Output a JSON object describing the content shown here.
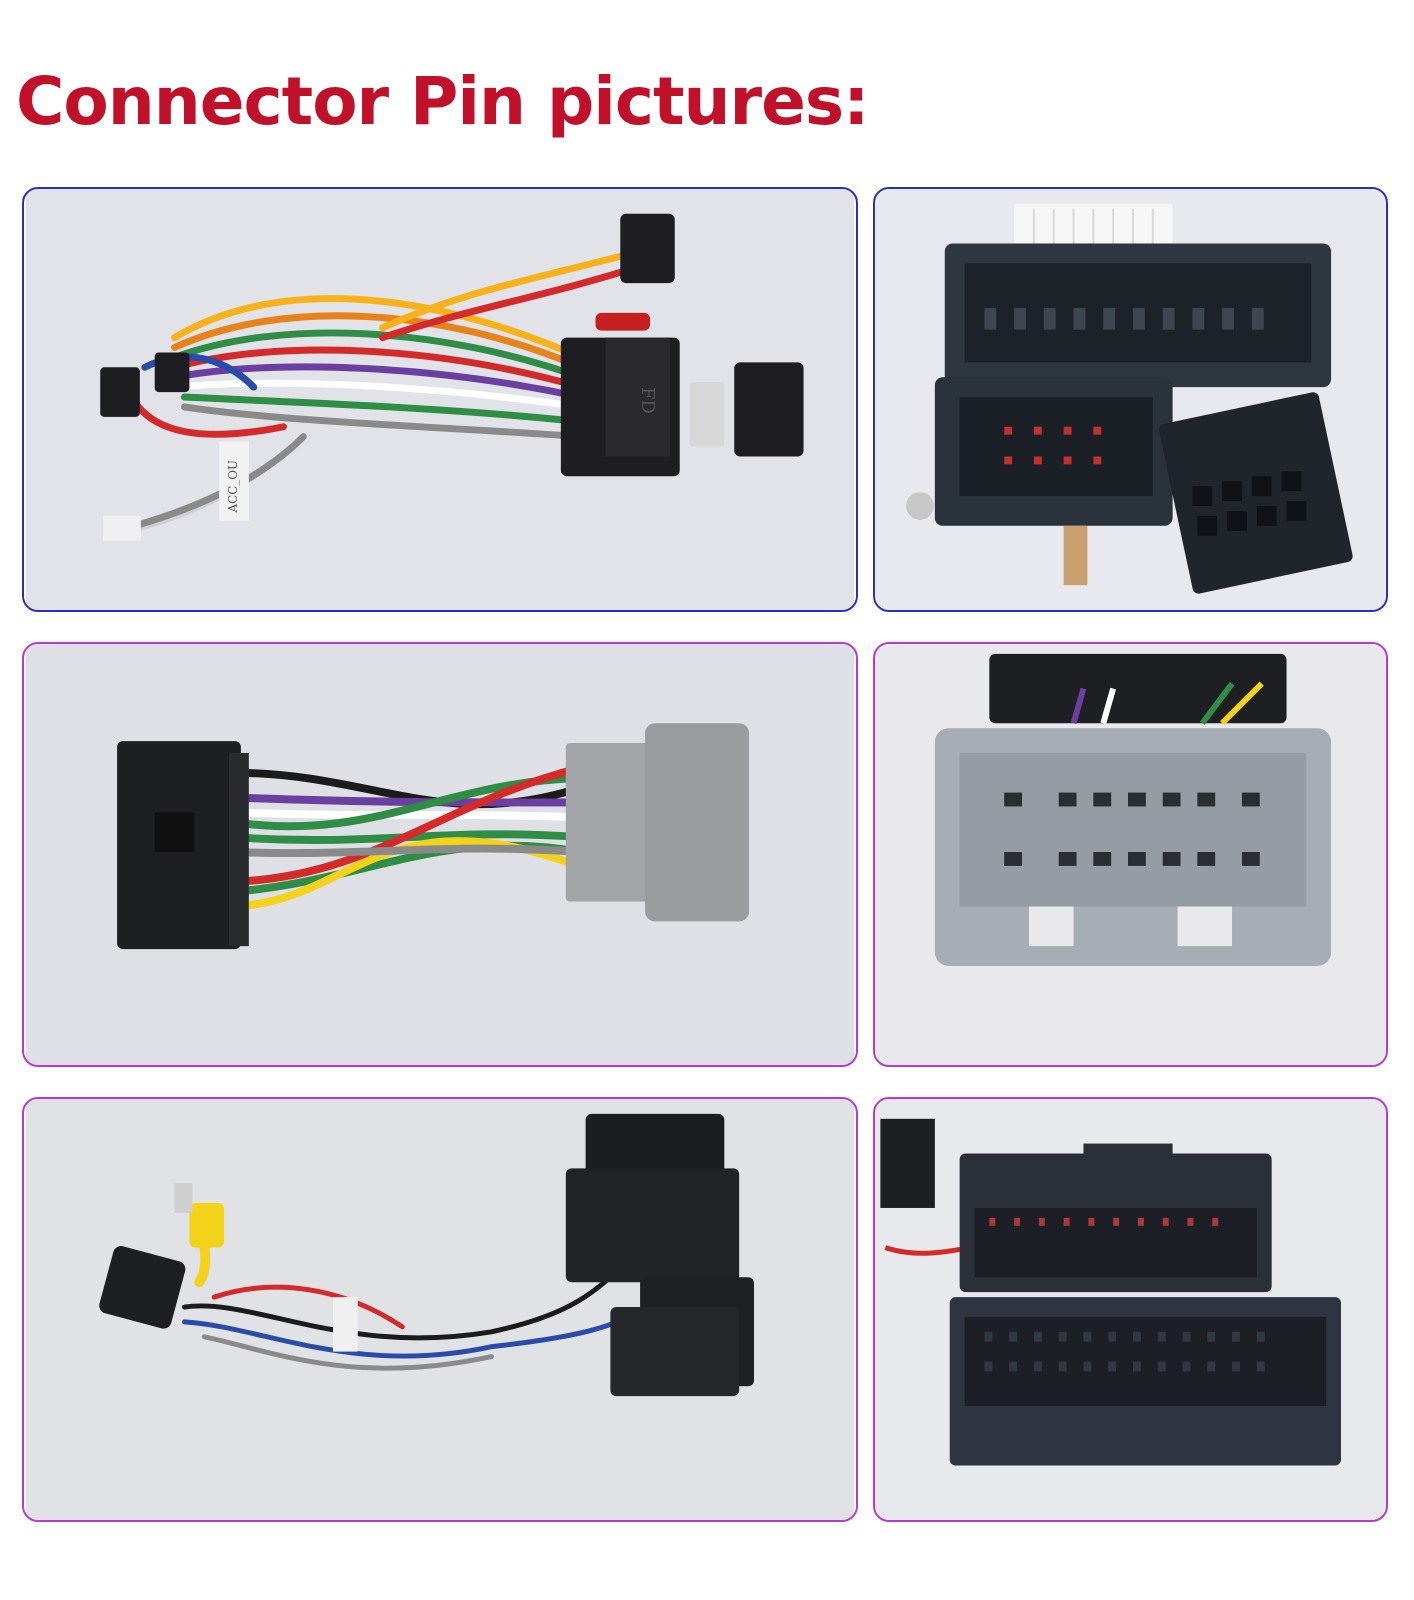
{
  "page": {
    "title": "Connector Pin pictures:",
    "title_color": "#c0102a",
    "frame_blue": "#2a2fc0",
    "frame_purple": "#b63ad0",
    "photo_bg": "#dfe0e6"
  },
  "photo_labels": {
    "fd_label": "FD",
    "acc_label": "ACC_OU"
  }
}
